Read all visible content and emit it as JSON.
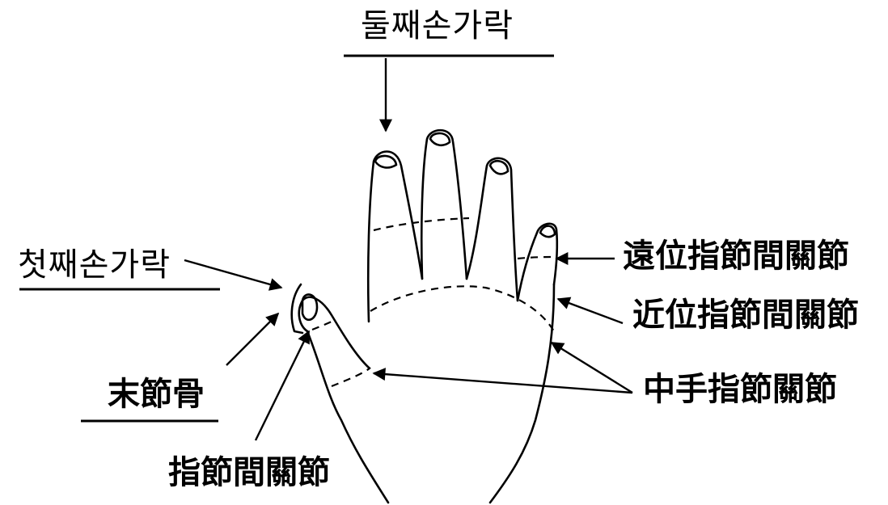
{
  "labels": {
    "second_finger": "둘째손가락",
    "first_finger": "첫째손가락",
    "distal_phalanx": "末節骨",
    "interphalangeal_joint": "指節間關節",
    "dip_joint": "遠位指節間關節",
    "pip_joint": "近位指節間關節",
    "mcp_joint": "中手指節關節"
  }
}
